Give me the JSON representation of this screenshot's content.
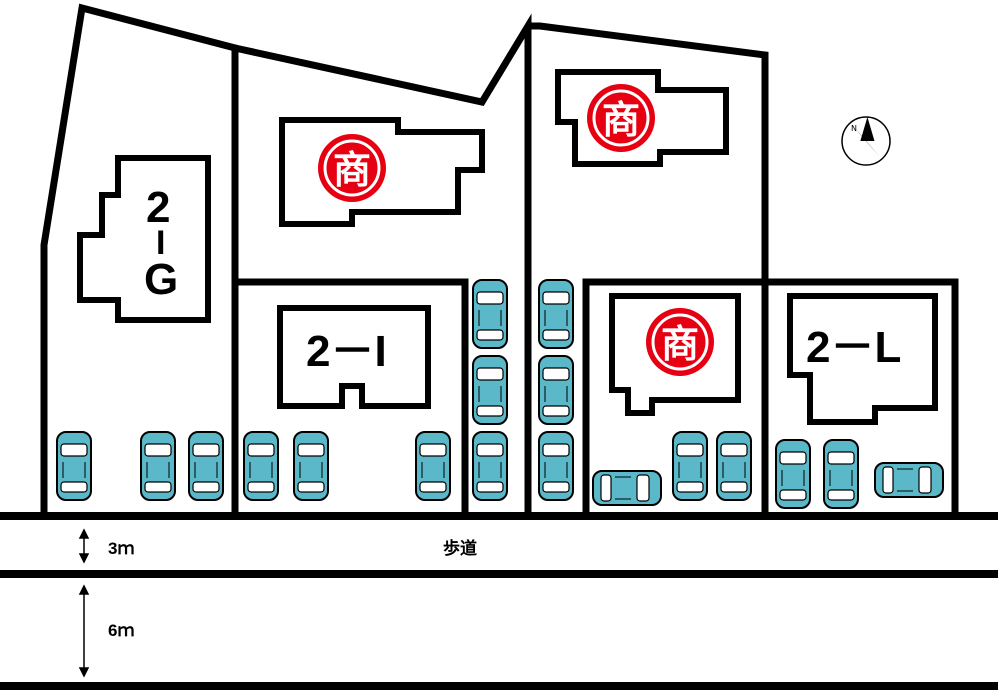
{
  "lots": {
    "g": {
      "label_top": "2",
      "label_mid": "I",
      "label_bot": "G"
    },
    "i": {
      "label": "2－I"
    },
    "l": {
      "label": "2－L"
    }
  },
  "commercial_symbol": "商",
  "road": {
    "sidewalk_label": "歩道",
    "sidewalk_width": "3ｍ",
    "road_width": "6ｍ"
  },
  "colors": {
    "car_body": "#5ab8c8",
    "commercial_red": "#e60012",
    "line": "#000000"
  },
  "icons": {
    "compass": "north-arrow-icon",
    "car": "car-icon"
  }
}
